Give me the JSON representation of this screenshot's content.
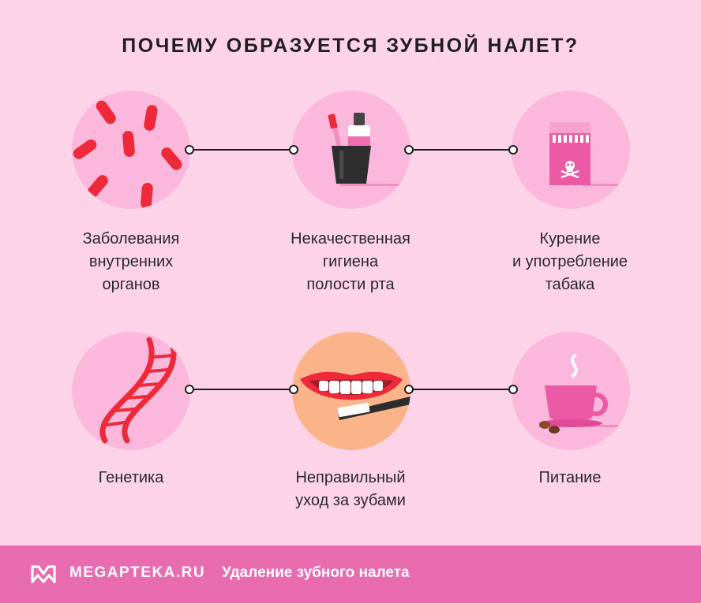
{
  "title": "ПОЧЕМУ ОБРАЗУЕТСЯ ЗУБНОЙ НАЛЕТ?",
  "causes": [
    {
      "lines": [
        "Заболевания",
        "внутренних",
        "органов"
      ],
      "icon": "bacteria-icon"
    },
    {
      "lines": [
        "Некачественная",
        "гигиена",
        "полости рта"
      ],
      "icon": "toothbrush-cup-icon"
    },
    {
      "lines": [
        "Курение",
        "и употребление",
        "табака"
      ],
      "icon": "cigarette-pack-icon"
    },
    {
      "lines": [
        "Генетика"
      ],
      "icon": "dna-icon"
    },
    {
      "lines": [
        "Неправильный",
        "уход за зубами"
      ],
      "icon": "smile-toothbrush-icon"
    },
    {
      "lines": [
        "Питание"
      ],
      "icon": "coffee-cup-icon"
    }
  ],
  "footer": {
    "brand": "MEGAPTEKA.RU",
    "subtitle": "Удаление зубного налета"
  },
  "colors": {
    "background": "#fdd3e8",
    "circle": "#fbb8dc",
    "accent_red": "#ee2a3a",
    "footer": "#e96bb0",
    "smile_circle": "#fbb489"
  }
}
